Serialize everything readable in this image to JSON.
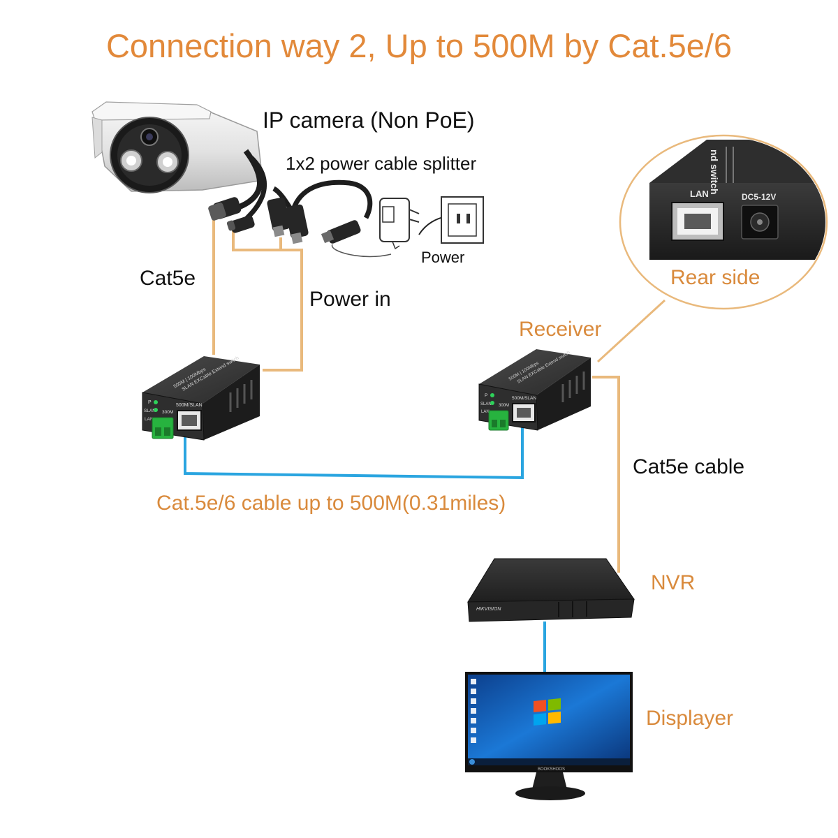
{
  "title": "Connection way 2, Up to 500M by Cat.5e/6",
  "labels": {
    "camera": "IP camera (Non PoE)",
    "splitter": "1x2 power cable splitter",
    "power": "Power",
    "cat5e": "Cat5e",
    "power_in": "Power in",
    "receiver": "Receiver",
    "rear_side": "Rear side",
    "cat5e_cable": "Cat5e cable",
    "long_cable": "Cat.5e/6 cable up to 500M(0.31miles)",
    "nvr": "NVR",
    "displayer": "Displayer"
  },
  "device": {
    "top_text_1": "500M | 100Mbps",
    "top_text_2": "SLAN EXCable Extend switch",
    "led_p": "P",
    "led_slan": "SLAN",
    "led_lan": "LAN",
    "speed": "300M",
    "port_label": "500M/SLAN"
  },
  "rear_panel": {
    "lan_label": "LAN",
    "dc_label": "DC5-12V",
    "edge_text": "nd switch"
  },
  "nvr_brand": "HIKVISION",
  "monitor_brand": "BOOKSHOOS",
  "colors": {
    "title": "#e2893a",
    "orange_label": "#d98a3c",
    "tan_cable": "#e9b97c",
    "blue_cable": "#2aa5e0",
    "device_body": "#2b2b2b",
    "terminal_green": "#27b33f"
  }
}
